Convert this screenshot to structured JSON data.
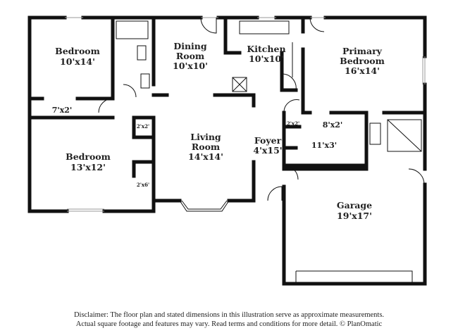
{
  "rooms": [
    {
      "name": "Bedroom",
      "dims": "10'x14'"
    },
    {
      "name": "Dining",
      "name2": "Room",
      "dims": "10'x10'"
    },
    {
      "name": "Kitchen",
      "dims": "10'x10'"
    },
    {
      "name": "Primary",
      "name2": "Bedroom",
      "dims": "16'x14'"
    },
    {
      "name": "Bedroom",
      "dims": "13'x12'"
    },
    {
      "name": "Living",
      "name2": "Room",
      "dims": "14'x14'"
    },
    {
      "name": "Foyer",
      "dims": "4'x15'"
    },
    {
      "name": "Garage",
      "dims": "19'x17'"
    }
  ],
  "closets": [
    "7'x2'",
    "2'x2'",
    "2'x6'",
    "2'x2'",
    "8'x2'",
    "11'x3'"
  ],
  "disclaimer": {
    "line1": "Disclaimer: The floor plan and stated dimensions in this illustration serve as approximate measurements.",
    "line2": "Actual square footage and features may vary. Read terms and conditions for more detail. © PlanOmatic"
  }
}
